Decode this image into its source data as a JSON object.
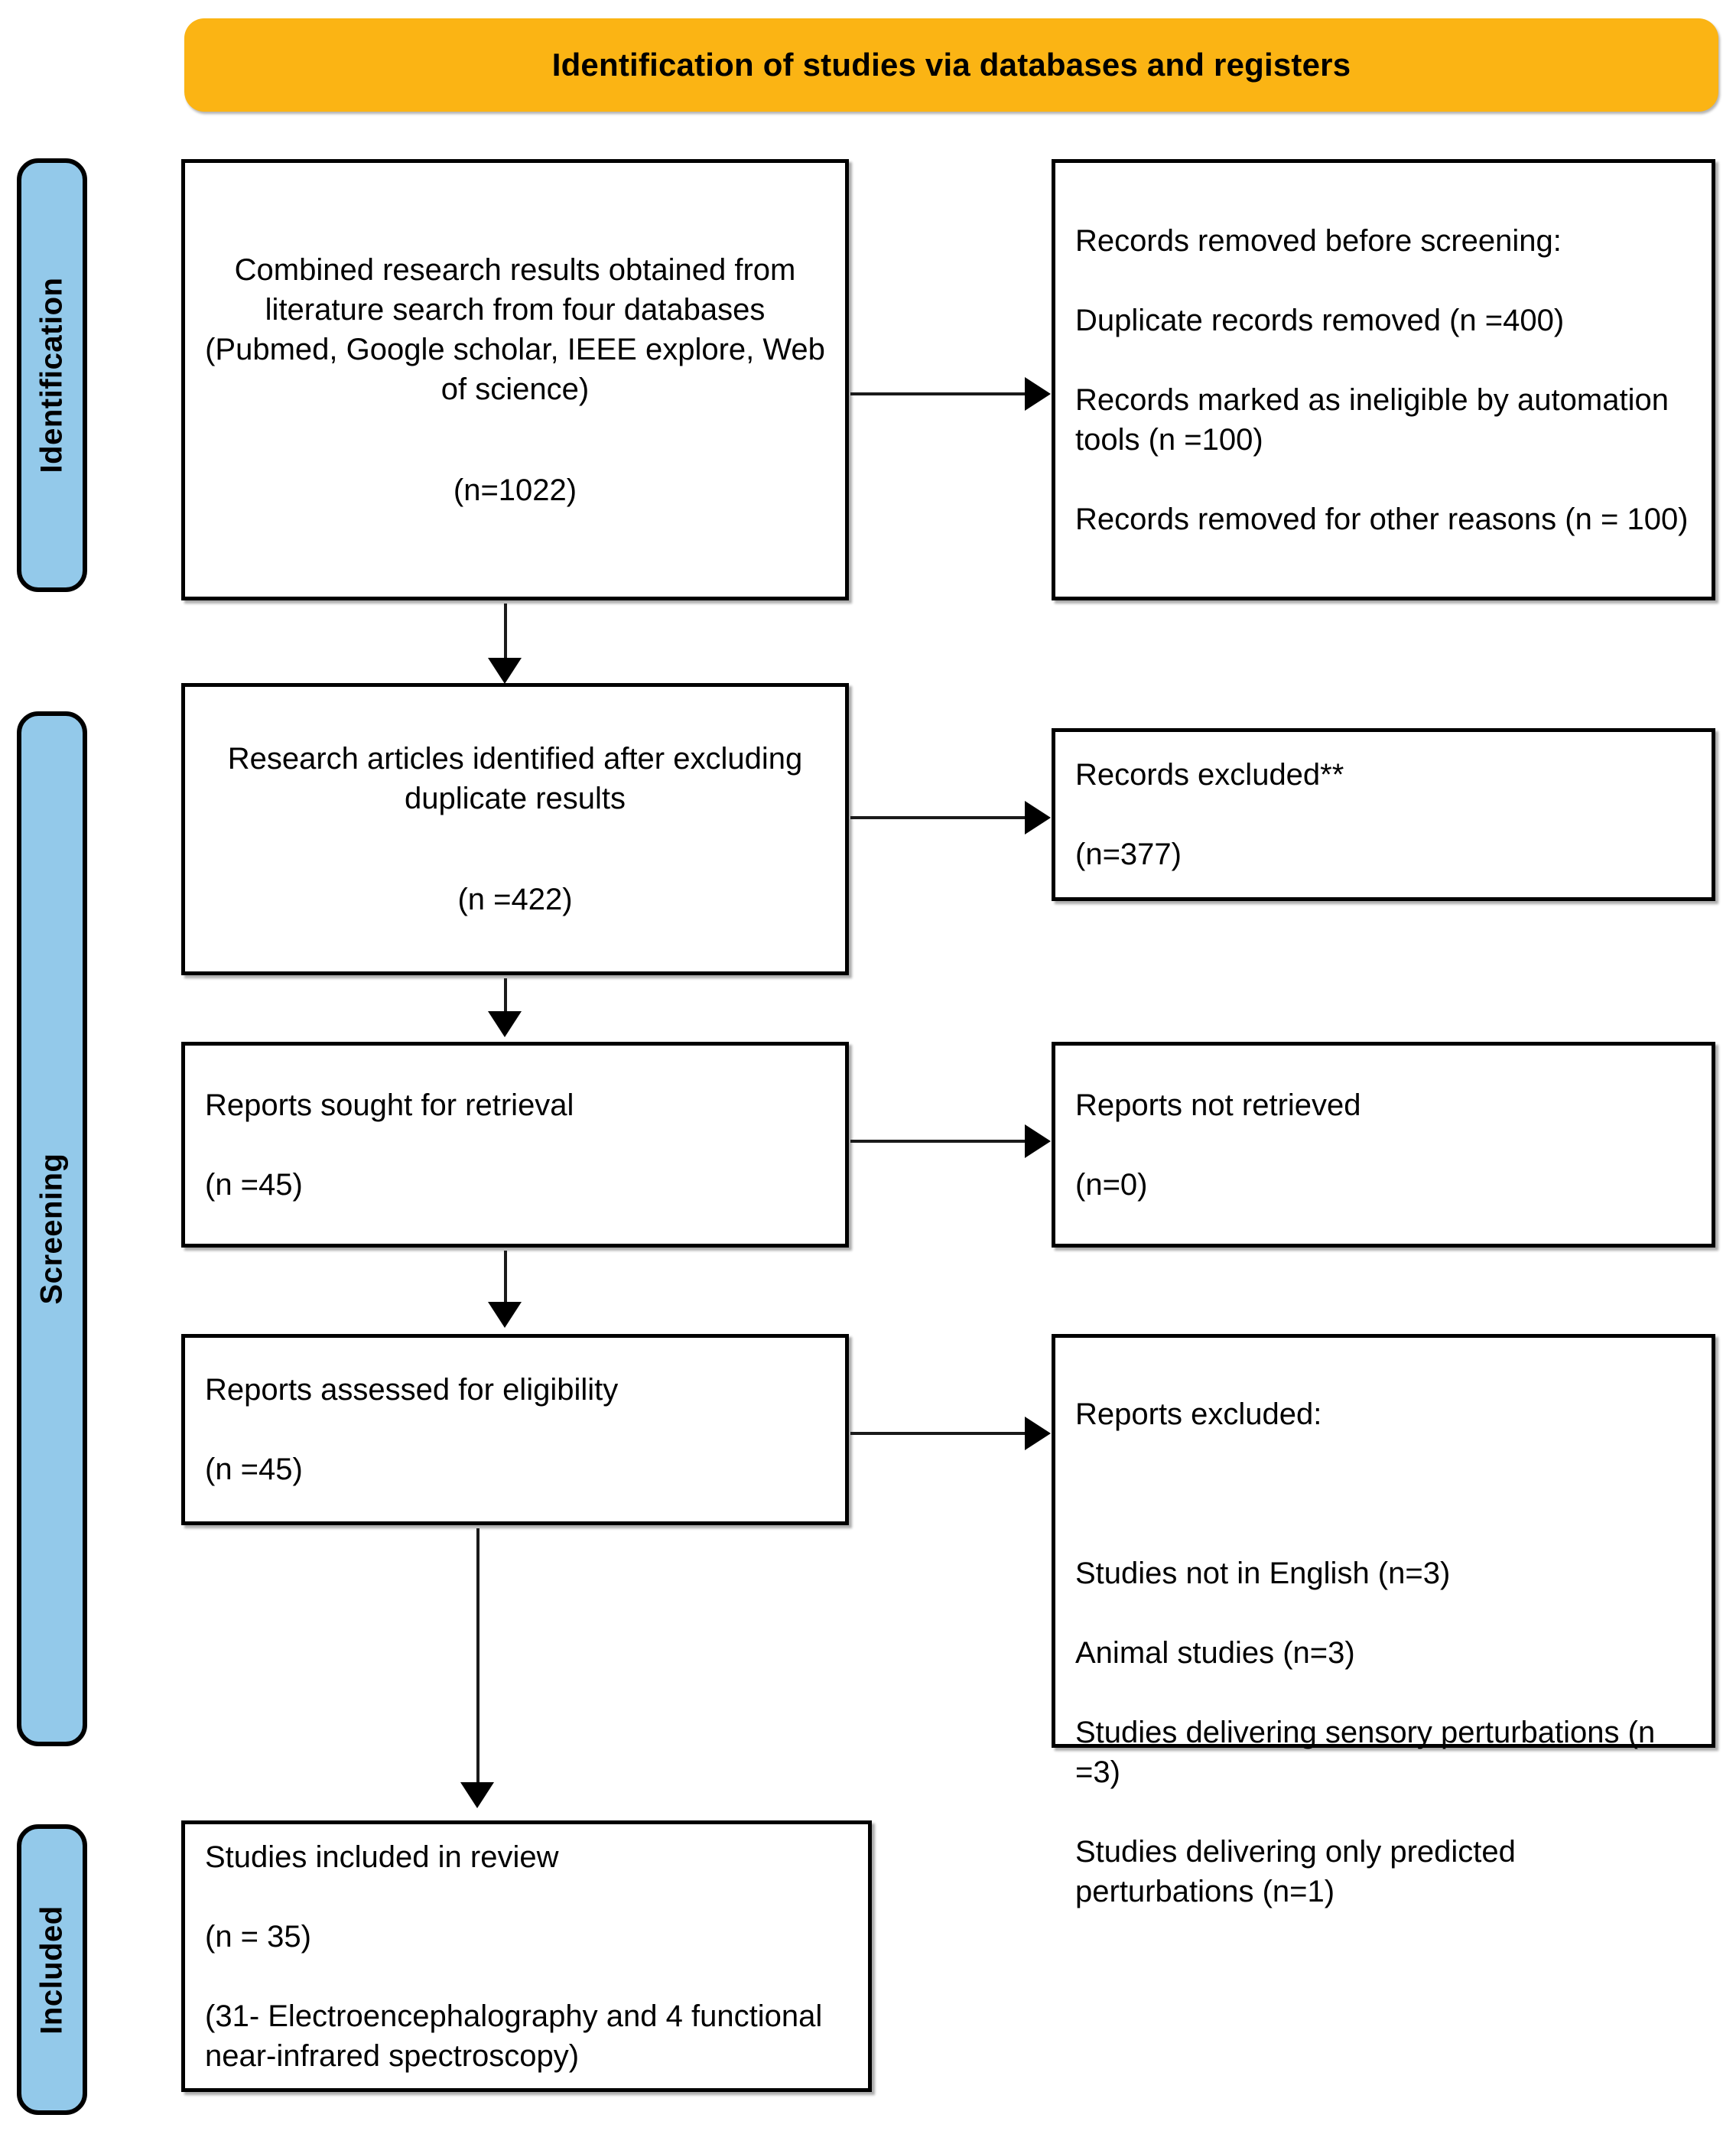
{
  "banner": {
    "title": "Identification of studies via databases and registers"
  },
  "stages": [
    {
      "key": "identification",
      "label": "Identification"
    },
    {
      "key": "screening",
      "label": "Screening"
    },
    {
      "key": "included",
      "label": "Included"
    }
  ],
  "boxes": {
    "identification_records": {
      "body": "Combined research results obtained from literature search from four databases (Pubmed, Google scholar, IEEE explore, Web of science)",
      "count": "(n=1022)"
    },
    "records_removed": {
      "heading": "Records removed before screening:",
      "items": [
        "Duplicate records removed (n =400)",
        "Records marked as ineligible by automation tools (n =100)",
        "Records removed for other reasons (n = 100)"
      ]
    },
    "after_duplicates": {
      "body": "Research articles identified after excluding duplicate results",
      "count": "(n =422)"
    },
    "records_excluded": {
      "heading": "Records excluded**",
      "count": "(n=377)"
    },
    "reports_sought": {
      "body": "Reports sought for retrieval",
      "count": "(n =45)"
    },
    "reports_not_retrieved": {
      "heading": "Reports not retrieved",
      "count": "(n=0)"
    },
    "reports_assessed": {
      "body": "Reports assessed for eligibility",
      "count": "(n =45)"
    },
    "reports_excluded": {
      "heading": "Reports excluded:",
      "items": [
        "Studies not in English (n=3)",
        "Animal studies (n=3)",
        "Studies delivering sensory perturbations (n =3)",
        "Studies delivering only predicted perturbations (n=1)"
      ]
    },
    "studies_included": {
      "body": "Studies included in review",
      "count": "(n = 35)",
      "detail": "(31- Electroencephalography and 4 functional near-infrared spectroscopy)"
    }
  },
  "colors": {
    "banner": "#FBB414",
    "stage_tab": "#93C9EA",
    "box_border": "#000000",
    "text": "#000000"
  }
}
